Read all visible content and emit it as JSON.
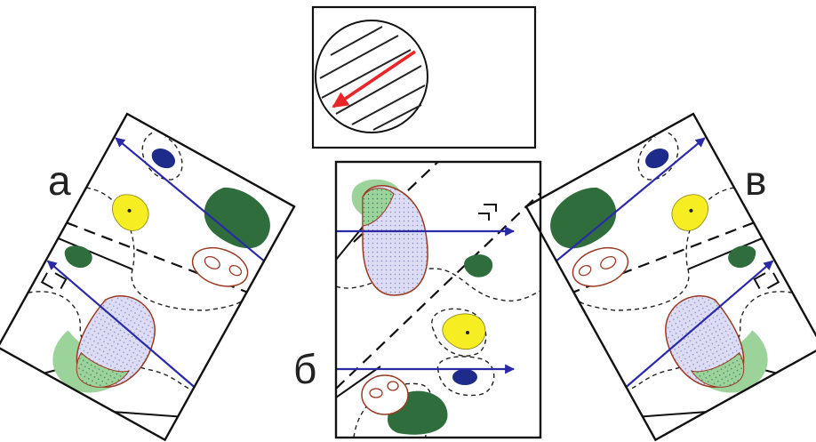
{
  "labels": {
    "a": "а",
    "b": "б",
    "v": "в"
  },
  "colors": {
    "frame": "#111111",
    "blue_arrow": "#2a2aa8",
    "red_arrow": "#e8262a",
    "dark_green": "#2f6e3c",
    "green": "#2f7a40",
    "light_green": "#9cd39a",
    "yellow": "#f6ee22",
    "navy": "#1d2b8a",
    "brown": "#9a3a22",
    "lavender": "#dcdcf4"
  }
}
